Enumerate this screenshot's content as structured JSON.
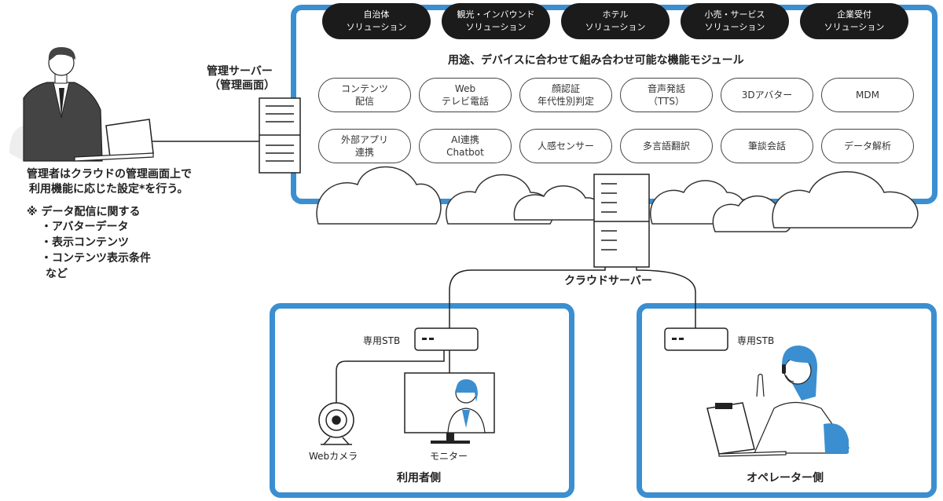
{
  "admin": {
    "server_label": "管理サーバー",
    "server_sublabel": "（管理画面）",
    "desc_line1": "管理者はクラウドの管理画面上で",
    "desc_line2": "利用機能に応じた設定*を行う。",
    "note_title": "※ データ配信に関する",
    "note_items": [
      "・アバターデータ",
      "・表示コンテンツ",
      "・コンテンツ表示条件"
    ],
    "note_tail": "など"
  },
  "solutions": [
    "自治体\nソリューション",
    "観光・インバウンド\nソリューション",
    "ホテル\nソリューション",
    "小売・サービス\nソリューション",
    "企業受付\nソリューション"
  ],
  "modules_heading": "用途、デバイスに合わせて組み合わせ可能な機能モジュール",
  "modules": [
    "コンテンツ\n配信",
    "Web\nテレビ電話",
    "顔認証\n年代性別判定",
    "音声発話\n（TTS）",
    "3Dアバター",
    "MDM",
    "外部アプリ\n連携",
    "AI連携\nChatbot",
    "人感センサー",
    "多言語翻訳",
    "筆談会話",
    "データ解析"
  ],
  "cloud_server_label": "クラウドサーバー",
  "user_side": {
    "title": "利用者側",
    "stb_label": "専用STB",
    "camera_label": "Webカメラ",
    "monitor_label": "モニター"
  },
  "operator_side": {
    "title": "オペレーター側",
    "stb_label": "専用STB"
  },
  "colors": {
    "panel_border": "#3b8fd0",
    "pill_dark": "#1b1b1b",
    "accent_blue": "#3b8fd0"
  }
}
